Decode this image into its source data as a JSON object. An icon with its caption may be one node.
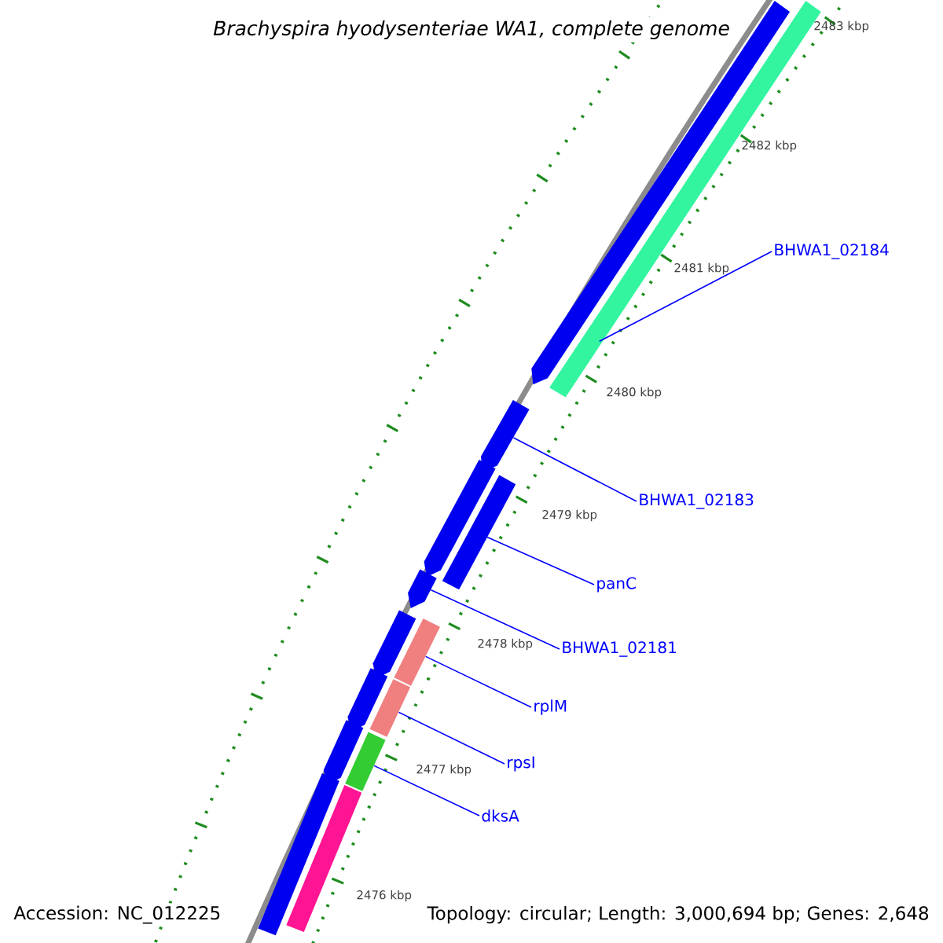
{
  "diagram": {
    "title": "Brachyspira hyodysenteriae WA1, complete genome",
    "nodes": [
      {
        "text": [
          "BHWA1_02184"
        ]
      },
      {
        "text": [
          "BHWA1_02183"
        ]
      },
      {
        "text": [
          "panC"
        ]
      },
      {
        "text": [
          "BHWA1_02181"
        ]
      },
      {
        "text": [
          "rplM"
        ]
      },
      {
        "text": [
          "rpsI"
        ]
      },
      {
        "text": [
          "dksA"
        ]
      },
      {
        "text": [],
        "shape": "bar"
      },
      {
        "text": [],
        "shape": "bar"
      },
      {
        "text": [],
        "shape": "bar"
      },
      {
        "text": [],
        "shape": "bar"
      },
      {
        "text": [],
        "shape": "bar"
      },
      {
        "text": [],
        "shape": "bar"
      },
      {
        "text": [],
        "shape": "bar"
      },
      {
        "text": [],
        "shape": "bar"
      },
      {
        "text": [],
        "shape": "bar"
      },
      {
        "text": [],
        "shape": "bar"
      },
      {
        "text": [],
        "shape": "bar"
      },
      {
        "text": [],
        "shape": "bar"
      },
      {
        "text": [],
        "shape": "bar"
      },
      {
        "text": [],
        "shape": "bar"
      }
    ],
    "edges": [
      {
        "from": 0,
        "to": 8,
        "arrow": "none"
      },
      {
        "from": 1,
        "to": 9,
        "arrow": "none"
      },
      {
        "from": 2,
        "to": 11,
        "arrow": "none"
      },
      {
        "from": 3,
        "to": 12,
        "arrow": "none"
      },
      {
        "from": 4,
        "to": 14,
        "arrow": "none"
      },
      {
        "from": 5,
        "to": 16,
        "arrow": "none"
      },
      {
        "from": 6,
        "to": 18,
        "arrow": "none"
      }
    ],
    "labels": [
      "2483 kbp",
      "2482 kbp",
      "2481 kbp",
      "2480 kbp",
      "2479 kbp",
      "2478 kbp",
      "2477 kbp",
      "2476 kbp",
      "Accession: NC_012225",
      "Topology: circular; Length: 3,000,694 bp; Genes: 2,648"
    ]
  }
}
